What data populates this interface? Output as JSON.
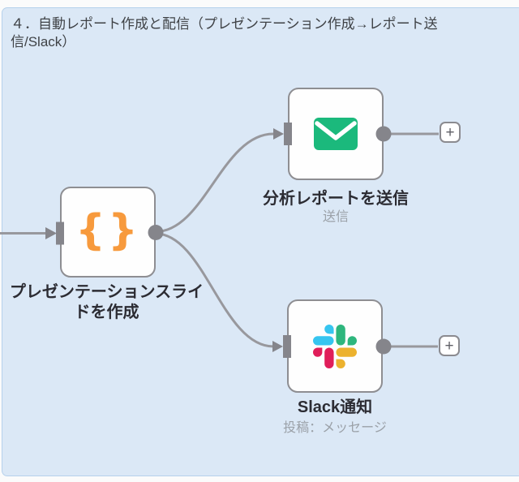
{
  "note": {
    "title_line1": "４．自動レポート作成と配信（プレゼンテーション作成→レポート送",
    "title_line2": "信/Slack）"
  },
  "nodes": {
    "code": {
      "label": "プレゼンテーションスライドを作成",
      "icon": "code-braces-icon",
      "icon_text": "{}"
    },
    "email": {
      "label": "分析レポートを送信",
      "subtitle": "送信",
      "icon": "email-envelope-icon"
    },
    "slack": {
      "label": "Slack通知",
      "subtitle": "投稿：メッセージ",
      "icon": "slack-logo-icon"
    }
  },
  "add_button_label": "+",
  "colors": {
    "sticky_fill": "#dbe8f6",
    "sticky_border": "#b6d1ec",
    "node_border": "#8e8e92",
    "wire_gray": "#98989d",
    "connector_gray": "#85858b",
    "code_orange": "#f79a3d",
    "email_green": "#1bb97c",
    "slack_blue": "#36c5f0",
    "slack_green": "#2eb67d",
    "slack_red": "#e01e5a",
    "slack_yellow": "#ecb22e",
    "label_text": "#2c2c33",
    "subtitle_text": "#9ba1a8",
    "title_text": "#3f4246"
  }
}
